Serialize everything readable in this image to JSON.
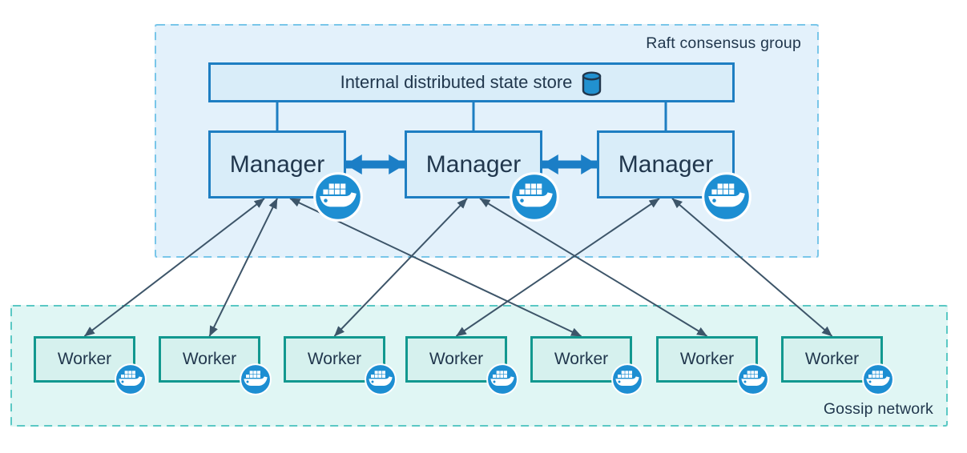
{
  "diagram": {
    "groups": {
      "raft": {
        "label": "Raft consensus group"
      },
      "gossip": {
        "label": "Gossip network"
      }
    },
    "state_store": {
      "label": "Internal distributed state store",
      "icon": "database-icon"
    },
    "managers": [
      {
        "id": "m1",
        "label": "Manager",
        "icon": "docker-whale-icon"
      },
      {
        "id": "m2",
        "label": "Manager",
        "icon": "docker-whale-icon"
      },
      {
        "id": "m3",
        "label": "Manager",
        "icon": "docker-whale-icon"
      }
    ],
    "workers": [
      {
        "id": "w1",
        "label": "Worker",
        "icon": "docker-whale-icon"
      },
      {
        "id": "w2",
        "label": "Worker",
        "icon": "docker-whale-icon"
      },
      {
        "id": "w3",
        "label": "Worker",
        "icon": "docker-whale-icon"
      },
      {
        "id": "w4",
        "label": "Worker",
        "icon": "docker-whale-icon"
      },
      {
        "id": "w5",
        "label": "Worker",
        "icon": "docker-whale-icon"
      },
      {
        "id": "w6",
        "label": "Worker",
        "icon": "docker-whale-icon"
      },
      {
        "id": "w7",
        "label": "Worker",
        "icon": "docker-whale-icon"
      }
    ],
    "store_links": [
      "m1",
      "m2",
      "m3"
    ],
    "peer_links": [
      [
        "m1",
        "m2"
      ],
      [
        "m2",
        "m3"
      ]
    ],
    "edges": [
      [
        "m1",
        "w1"
      ],
      [
        "m1",
        "w2"
      ],
      [
        "m1",
        "w5"
      ],
      [
        "m2",
        "w3"
      ],
      [
        "m2",
        "w6"
      ],
      [
        "m3",
        "w4"
      ],
      [
        "m3",
        "w7"
      ]
    ],
    "colors": {
      "raft_bg": "#e3f1fb",
      "raft_border": "#79c6e9",
      "gossip_bg": "#e0f6f4",
      "gossip_border": "#5ac8c4",
      "blue_node_border": "#1e7ec2",
      "blue_node_bg": "#d9edf9",
      "worker_border": "#12988f",
      "worker_bg": "#d6f1ee",
      "edge_arrow": "#3d5569",
      "peer_arrow": "#1b7ec6",
      "docker_blue": "#1d8ed2",
      "text": "#21374d"
    }
  }
}
